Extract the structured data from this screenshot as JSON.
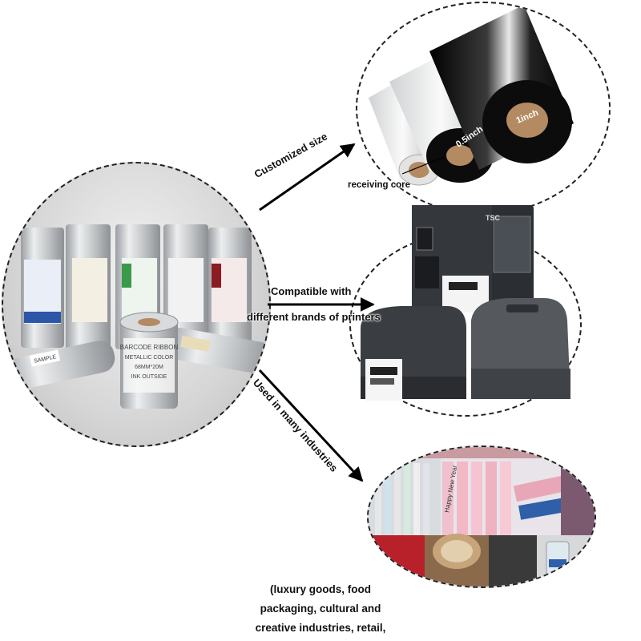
{
  "labels": {
    "customized_size": "Customized size",
    "compatible_line1": "Compatible with",
    "compatible_line2": "different brands of printers",
    "used_in": "Used in many industries",
    "receiving_core": "receiving core",
    "core_small": "0.5inch",
    "core_large": "1inch"
  },
  "ribbon_labels": {
    "barcode_ribbon": "BARCODE RIBBON",
    "metallic_color": "METALLIC COLOR",
    "size": "68MM*20M",
    "ink_outside": "INK OUTSIDE",
    "sample": "SAMPLE"
  },
  "printer": {
    "brand": "TSC"
  },
  "industries_ribbon_text": "Happy New Year",
  "bottom_text": [
    "(luxury goods, food",
    "packaging, cultural and",
    "creative industries, retail,"
  ],
  "colors": {
    "ink": "#111111",
    "ribbon_black": "#0c0c0c",
    "ribbon_silver": "#cfd2d4",
    "core_brown": "#b38a61",
    "printer_dark": "#2b2e33",
    "printer_grey": "#55585c"
  }
}
